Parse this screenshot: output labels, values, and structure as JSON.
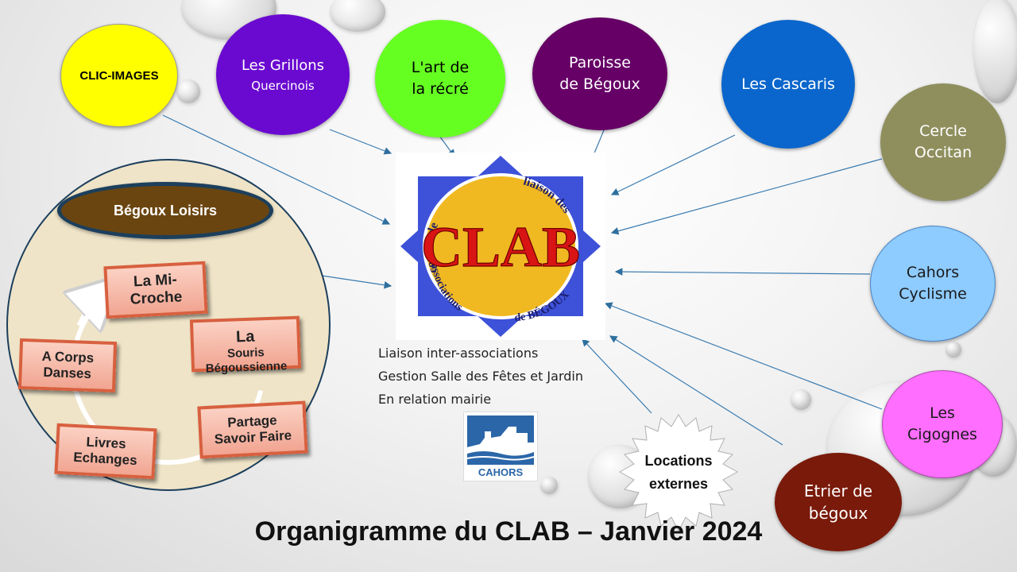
{
  "external_associations": [
    {
      "id": "clic-images",
      "label": "CLIC-IMAGES",
      "color": "#ffff00",
      "text_color": "#000000"
    },
    {
      "id": "les-grillons",
      "label": "Les Grillons",
      "sublabel": "Quercinois",
      "color": "#6a0ad0",
      "text_color": "#ffffff"
    },
    {
      "id": "art-recre",
      "label": "L'art de\nla récré",
      "color": "#66ff22",
      "text_color": "#000000"
    },
    {
      "id": "paroisse",
      "label": "Paroisse\nde Bégoux",
      "color": "#660066",
      "text_color": "#ffffff"
    },
    {
      "id": "cascaris",
      "label": "Les Cascaris",
      "color": "#0a66cc",
      "text_color": "#ffffff"
    },
    {
      "id": "cercle-occitan",
      "label": "Cercle\nOccitan",
      "color": "#8f8f5e",
      "text_color": "#ffffff"
    },
    {
      "id": "cahors-cyclisme",
      "label": "Cahors\nCyclisme",
      "color": "#8ecbff",
      "text_color": "#1a1a1a"
    },
    {
      "id": "cigognes",
      "label": "Les\nCigognes",
      "color": "#ff6eff",
      "text_color": "#1a1a1a"
    },
    {
      "id": "etrier",
      "label": "Etrier de\nbégoux",
      "color": "#7a1a0a",
      "text_color": "#ffffff"
    }
  ],
  "begoux_loisirs": {
    "title": "Bégoux Loisirs",
    "activities": [
      {
        "label": "La Mi-\nCroche"
      },
      {
        "label_big": "La",
        "label": "Souris\nBégoussienne"
      },
      {
        "label": "Partage\nSavoir Faire"
      },
      {
        "label": "Livres\nEchanges"
      },
      {
        "label": "A Corps\nDanses"
      }
    ]
  },
  "clab_logo": {
    "main": "CLAB",
    "top_left_arc": "comité de",
    "top_right_arc": "liaison des",
    "bottom_left_arc": "associations",
    "bottom_right_arc": "de BÉGOUX",
    "colors": {
      "blue": "#3d52d8",
      "yellow": "#f1b921",
      "red": "#d81414"
    }
  },
  "clab_roles": [
    "Liaison inter-associations",
    "Gestion Salle des Fêtes et Jardin",
    "En relation mairie"
  ],
  "cahors_logo": {
    "text": "CAHORS"
  },
  "locations_badge": {
    "label": "Locations\nexternes"
  },
  "title": "Organigramme du CLAB – Janvier 2024"
}
